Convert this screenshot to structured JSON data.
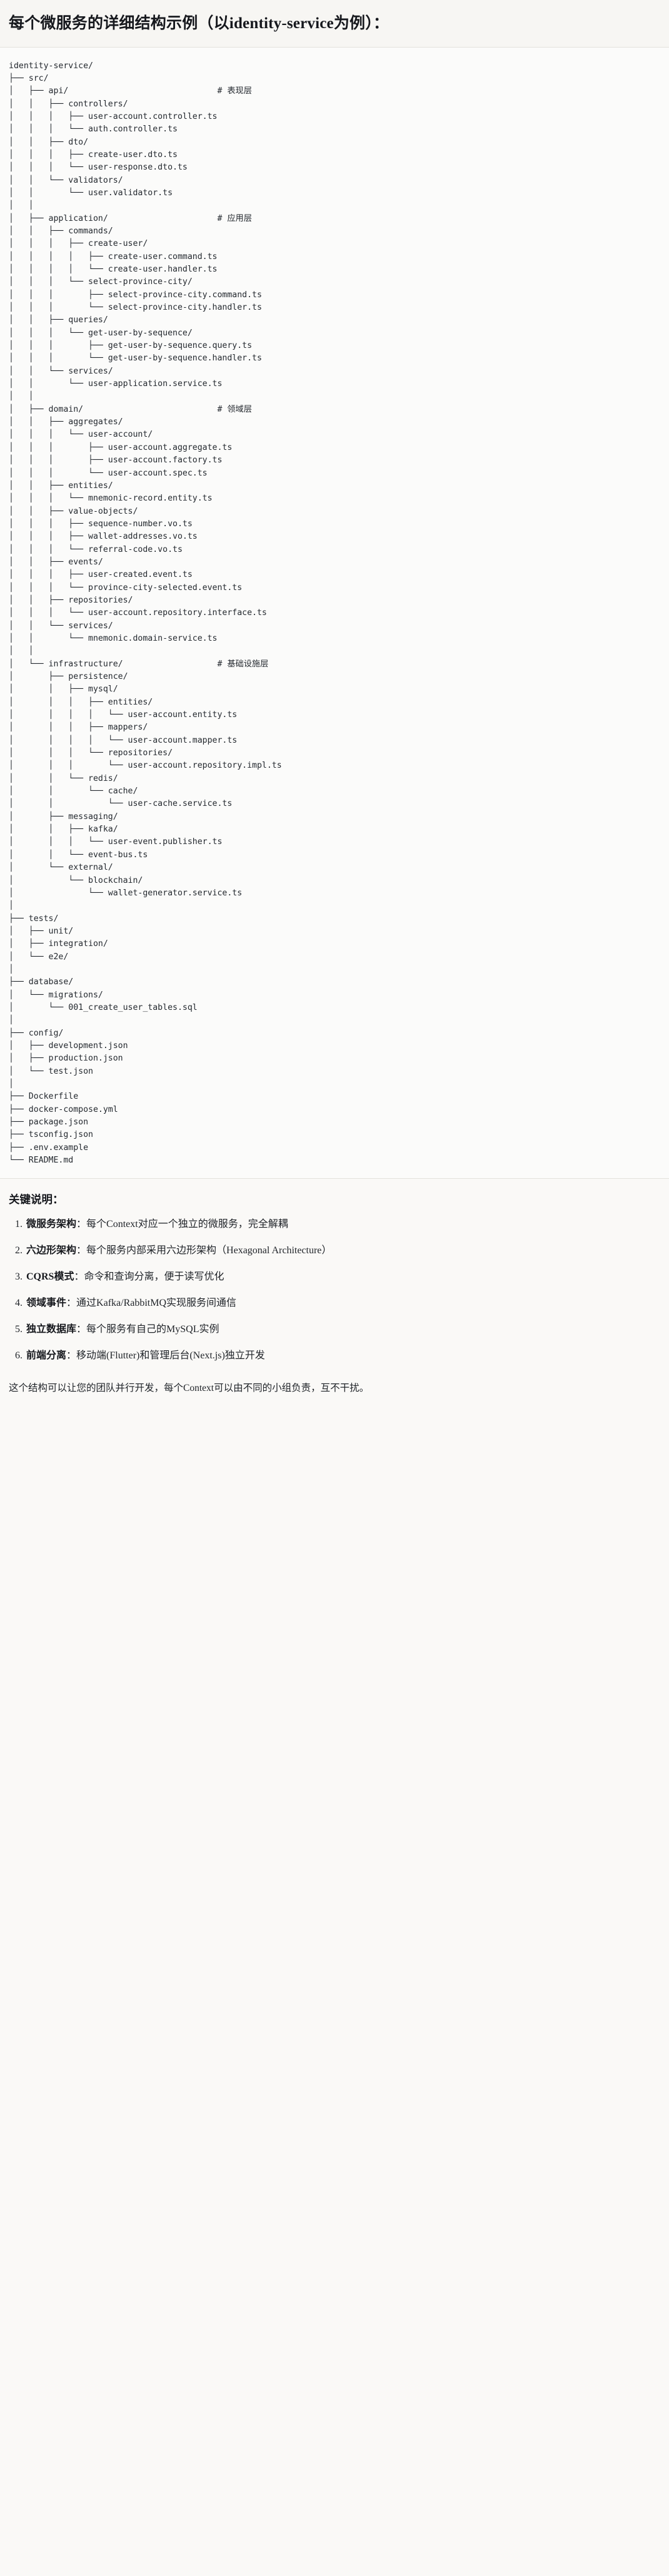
{
  "header": {
    "title": "每个微服务的详细结构示例（以identity-service为例）："
  },
  "tree": {
    "root": "identity-service/",
    "comments": {
      "api": "# 表现层",
      "application": "# 应用层",
      "domain": "# 领域层",
      "infrastructure": "# 基础设施层"
    },
    "text": "identity-service/\n├── src/\n│   ├── api/                              # 表现层\n│   │   ├── controllers/\n│   │   │   ├── user-account.controller.ts\n│   │   │   └── auth.controller.ts\n│   │   ├── dto/\n│   │   │   ├── create-user.dto.ts\n│   │   │   └── user-response.dto.ts\n│   │   └── validators/\n│   │       └── user.validator.ts\n│   │\n│   ├── application/                      # 应用层\n│   │   ├── commands/\n│   │   │   ├── create-user/\n│   │   │   │   ├── create-user.command.ts\n│   │   │   │   └── create-user.handler.ts\n│   │   │   └── select-province-city/\n│   │   │       ├── select-province-city.command.ts\n│   │   │       └── select-province-city.handler.ts\n│   │   ├── queries/\n│   │   │   └── get-user-by-sequence/\n│   │   │       ├── get-user-by-sequence.query.ts\n│   │   │       └── get-user-by-sequence.handler.ts\n│   │   └── services/\n│   │       └── user-application.service.ts\n│   │\n│   ├── domain/                           # 领域层\n│   │   ├── aggregates/\n│   │   │   └── user-account/\n│   │   │       ├── user-account.aggregate.ts\n│   │   │       ├── user-account.factory.ts\n│   │   │       └── user-account.spec.ts\n│   │   ├── entities/\n│   │   │   └── mnemonic-record.entity.ts\n│   │   ├── value-objects/\n│   │   │   ├── sequence-number.vo.ts\n│   │   │   ├── wallet-addresses.vo.ts\n│   │   │   └── referral-code.vo.ts\n│   │   ├── events/\n│   │   │   ├── user-created.event.ts\n│   │   │   └── province-city-selected.event.ts\n│   │   ├── repositories/\n│   │   │   └── user-account.repository.interface.ts\n│   │   └── services/\n│   │       └── mnemonic.domain-service.ts\n│   │\n│   └── infrastructure/                   # 基础设施层\n│       ├── persistence/\n│       │   ├── mysql/\n│       │   │   ├── entities/\n│       │   │   │   └── user-account.entity.ts\n│       │   │   ├── mappers/\n│       │   │   │   └── user-account.mapper.ts\n│       │   │   └── repositories/\n│       │   │       └── user-account.repository.impl.ts\n│       │   └── redis/\n│       │       └── cache/\n│       │           └── user-cache.service.ts\n│       ├── messaging/\n│       │   ├── kafka/\n│       │   │   └── user-event.publisher.ts\n│       │   └── event-bus.ts\n│       └── external/\n│           └── blockchain/\n│               └── wallet-generator.service.ts\n│\n├── tests/\n│   ├── unit/\n│   ├── integration/\n│   └── e2e/\n│\n├── database/\n│   └── migrations/\n│       └── 001_create_user_tables.sql\n│\n├── config/\n│   ├── development.json\n│   ├── production.json\n│   └── test.json\n│\n├── Dockerfile\n├── docker-compose.yml\n├── package.json\n├── tsconfig.json\n├── .env.example\n└── README.md"
  },
  "notes": {
    "title": "关键说明：",
    "items": [
      {
        "term": "微服务架构",
        "sep": "：",
        "text": "每个Context对应一个独立的微服务，完全解耦"
      },
      {
        "term": "六边形架构",
        "sep": "：",
        "text": "每个服务内部采用六边形架构（Hexagonal Architecture）"
      },
      {
        "term": "CQRS模式",
        "sep": "：",
        "text": "命令和查询分离，便于读写优化"
      },
      {
        "term": "领域事件",
        "sep": "：",
        "text": "通过Kafka/RabbitMQ实现服务间通信"
      },
      {
        "term": "独立数据库",
        "sep": "：",
        "text": "每个服务有自己的MySQL实例"
      },
      {
        "term": "前端分离",
        "sep": "：",
        "text": "移动端(Flutter)和管理后台(Next.js)独立开发"
      }
    ]
  },
  "footer": {
    "text": "这个结构可以让您的团队并行开发，每个Context可以由不同的小组负责，互不干扰。"
  }
}
